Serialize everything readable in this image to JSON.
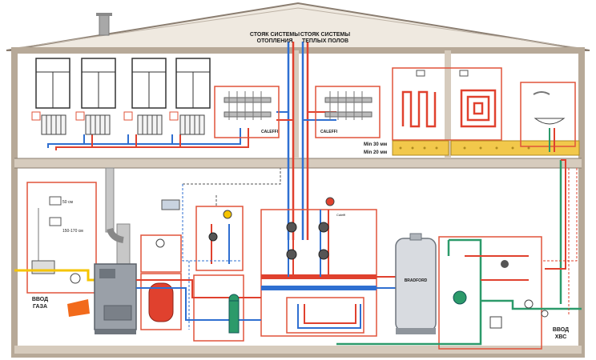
{
  "labels": {
    "riser_heating": [
      "СТОЯК СИСТЕМЫ",
      "ОТОПЛЕНИЯ"
    ],
    "riser_floor": [
      "СТОЯК СИСТЕМЫ",
      "ТЕПЛЫХ ПОЛОВ"
    ],
    "min30": "Min 30 мм",
    "min20": "Min 20 мм",
    "gas_inlet": [
      "ВВОД",
      "ГАЗА"
    ],
    "water_inlet": [
      "ВВОД",
      "ХВС"
    ],
    "dist_50": "50 см",
    "dist_150": "150-170 см",
    "brand": "CALEFFI",
    "tank_brand": "BRADFORD",
    "module_label": "Caleffi"
  },
  "colors": {
    "wall": "#c8b9a8",
    "red_frame": "#e0533a",
    "hot_pipe": "#e0412e",
    "cold_pipe": "#2f6fd1",
    "water_pipe": "#2c9a6a",
    "gas_pipe": "#f5c400",
    "floor_yellow": "#f2c84b"
  }
}
